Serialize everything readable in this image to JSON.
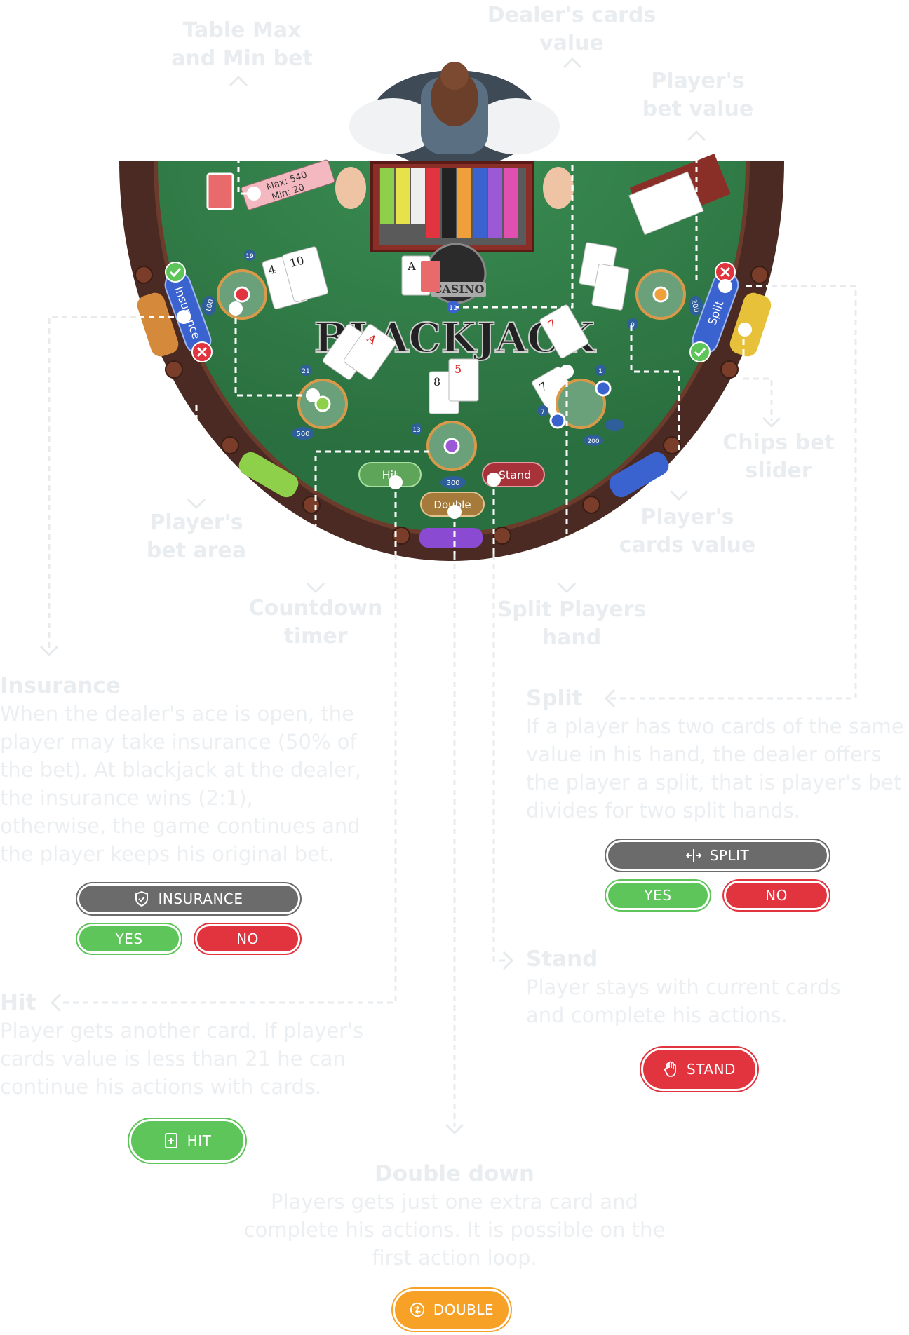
{
  "annotations": {
    "table_max_min": "Table Max\nand Min bet",
    "dealer_cards_value": "Dealer's cards\nvalue",
    "player_bet_value": "Player's\nbet value",
    "chips_bet_slider": "Chips bet\nslider",
    "player_bet_area": "Player's\nbet area",
    "player_cards_value": "Player's\ncards value",
    "countdown_timer": "Countdown\ntimer",
    "split_players_hand": "Split Players\nhand"
  },
  "table": {
    "title": "BLACKJACK",
    "casino": "CASINO",
    "max_bet": "Max: 540",
    "min_bet": "Min: 20",
    "dealer_value": "11",
    "insurance_label": "Insurance",
    "split_label": "Split",
    "hit_label": "Hit",
    "stand_label": "Stand",
    "double_label": "Double",
    "bets": {
      "left_top": "100",
      "left_mid": "500",
      "center": "300",
      "right_top": "200",
      "right_low": "200"
    },
    "hand_values": {
      "left_top": "19",
      "left_mid": "21",
      "center": "13",
      "right_top": "0",
      "right_a": "1",
      "right_b": "7"
    }
  },
  "sections": {
    "insurance": {
      "title": "Insurance",
      "text": "When the dealer's ace is open, the player may take insurance (50% of the bet). At blackjack at the dealer, the insurance wins (2:1), otherwise, the game continues and the player keeps his original bet.",
      "button": "INSURANCE",
      "yes": "YES",
      "no": "NO"
    },
    "split": {
      "title": "Split",
      "text": "If a player has two cards of the same value in his hand, the dealer offers the player a split, that is player's bet divides for two split hands.",
      "button": "SPLIT",
      "yes": "YES",
      "no": "NO"
    },
    "hit": {
      "title": "Hit",
      "text": "Player gets another card. If player's cards value is less than 21 he can continue his actions with cards.",
      "button": "HIT"
    },
    "stand": {
      "title": "Stand",
      "text": "Player stays with current cards and complete his actions.",
      "button": "STAND"
    },
    "double": {
      "title": "Double down",
      "text": "Players gets just one extra card and complete his actions. It is possible on the first action loop.",
      "button": "DOUBLE"
    }
  },
  "colors": {
    "felt": "#2f7d46",
    "rail": "#4a2a22",
    "green_btn": "#5ec55a",
    "red_btn": "#e2343f",
    "gray_btn": "#6b6b6b",
    "orange_btn": "#f7a127"
  }
}
